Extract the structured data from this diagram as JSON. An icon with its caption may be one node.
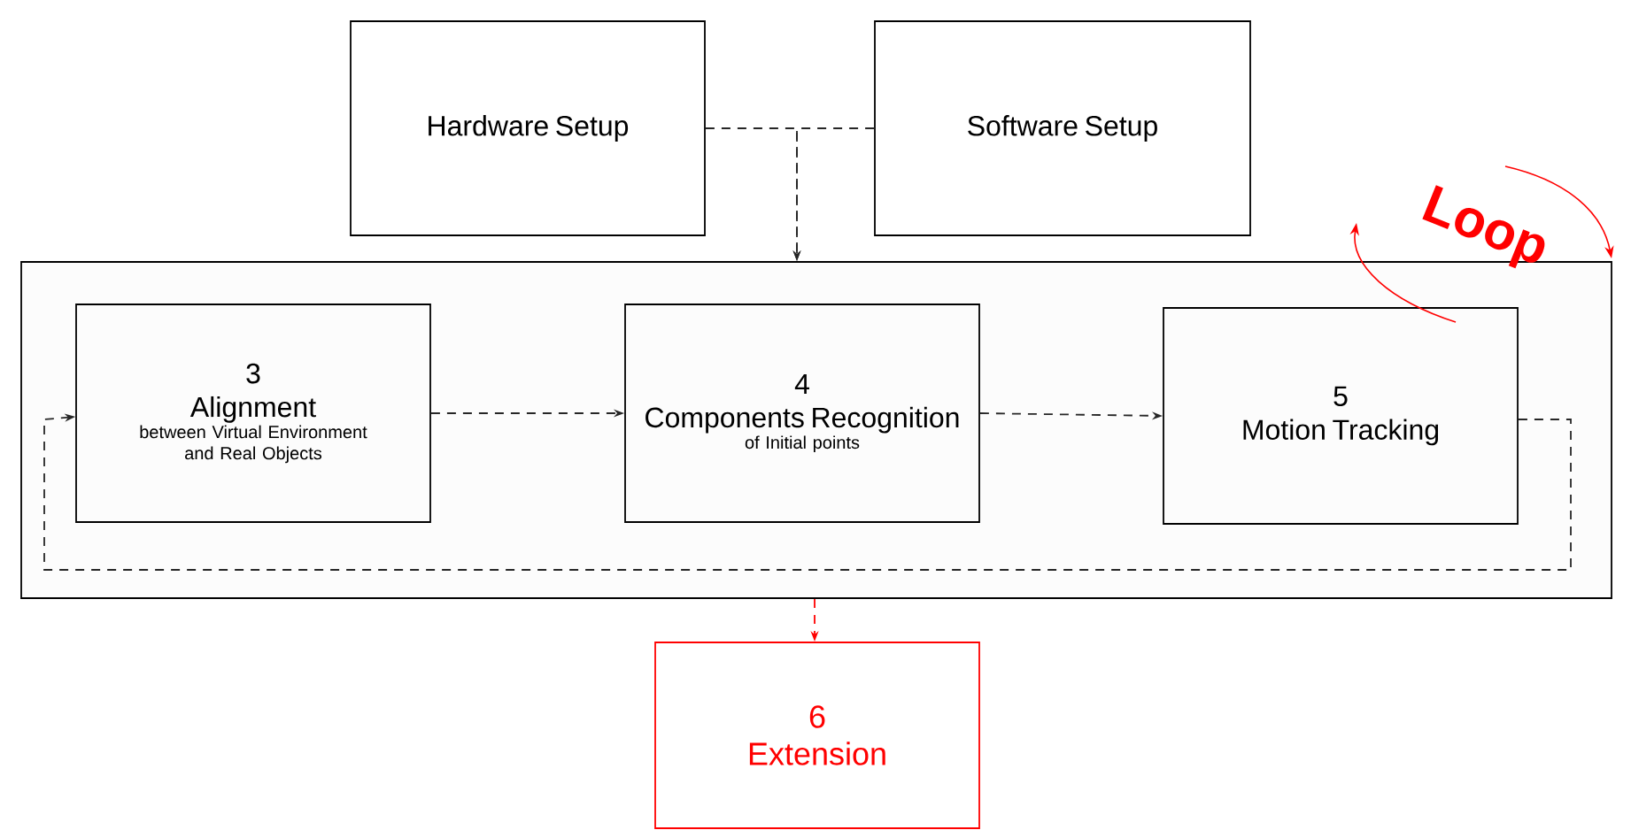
{
  "diagram": {
    "nodes": [
      {
        "text": [
          "Hardware Setup"
        ]
      },
      {
        "text": [
          "Software Setup"
        ]
      },
      {
        "text": [],
        "shape": "box"
      },
      {
        "text": [
          "3",
          "Alignment",
          "between Virtual Environment and Real Objects"
        ],
        "in": 2
      },
      {
        "text": [
          "4",
          "Components Recognition",
          "of Initial points"
        ],
        "in": 2
      },
      {
        "text": [
          "5",
          "Motion Tracking"
        ],
        "in": 2
      },
      {
        "text": [
          "6",
          "Extension"
        ]
      }
    ],
    "edges": [
      {
        "from": 0,
        "to": 2,
        "arrow": "to",
        "style": "dashed"
      },
      {
        "from": 1,
        "to": 2,
        "arrow": "to",
        "style": "dashed"
      },
      {
        "from": 3,
        "to": 4,
        "arrow": "to",
        "style": "dashed"
      },
      {
        "from": 4,
        "to": 5,
        "arrow": "to",
        "style": "dashed"
      },
      {
        "from": 5,
        "to": 3,
        "arrow": "to",
        "style": "dashed"
      },
      {
        "from": 2,
        "to": 6,
        "arrow": "to",
        "style": "dashed",
        "color": "#ff0000"
      }
    ],
    "labels": [
      "Loop"
    ]
  }
}
